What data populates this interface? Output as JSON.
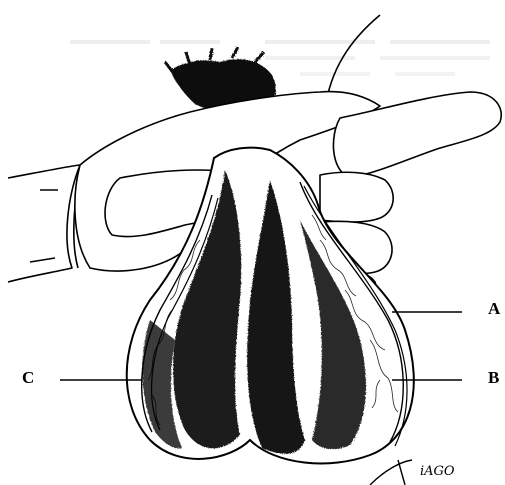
{
  "labels": {
    "a": "A",
    "b": "B",
    "c": "C"
  },
  "signature_text": "iAGO",
  "colors": {
    "ink": "#000000",
    "paper": "#ffffff",
    "bleed_through": "#e6e6e6"
  }
}
